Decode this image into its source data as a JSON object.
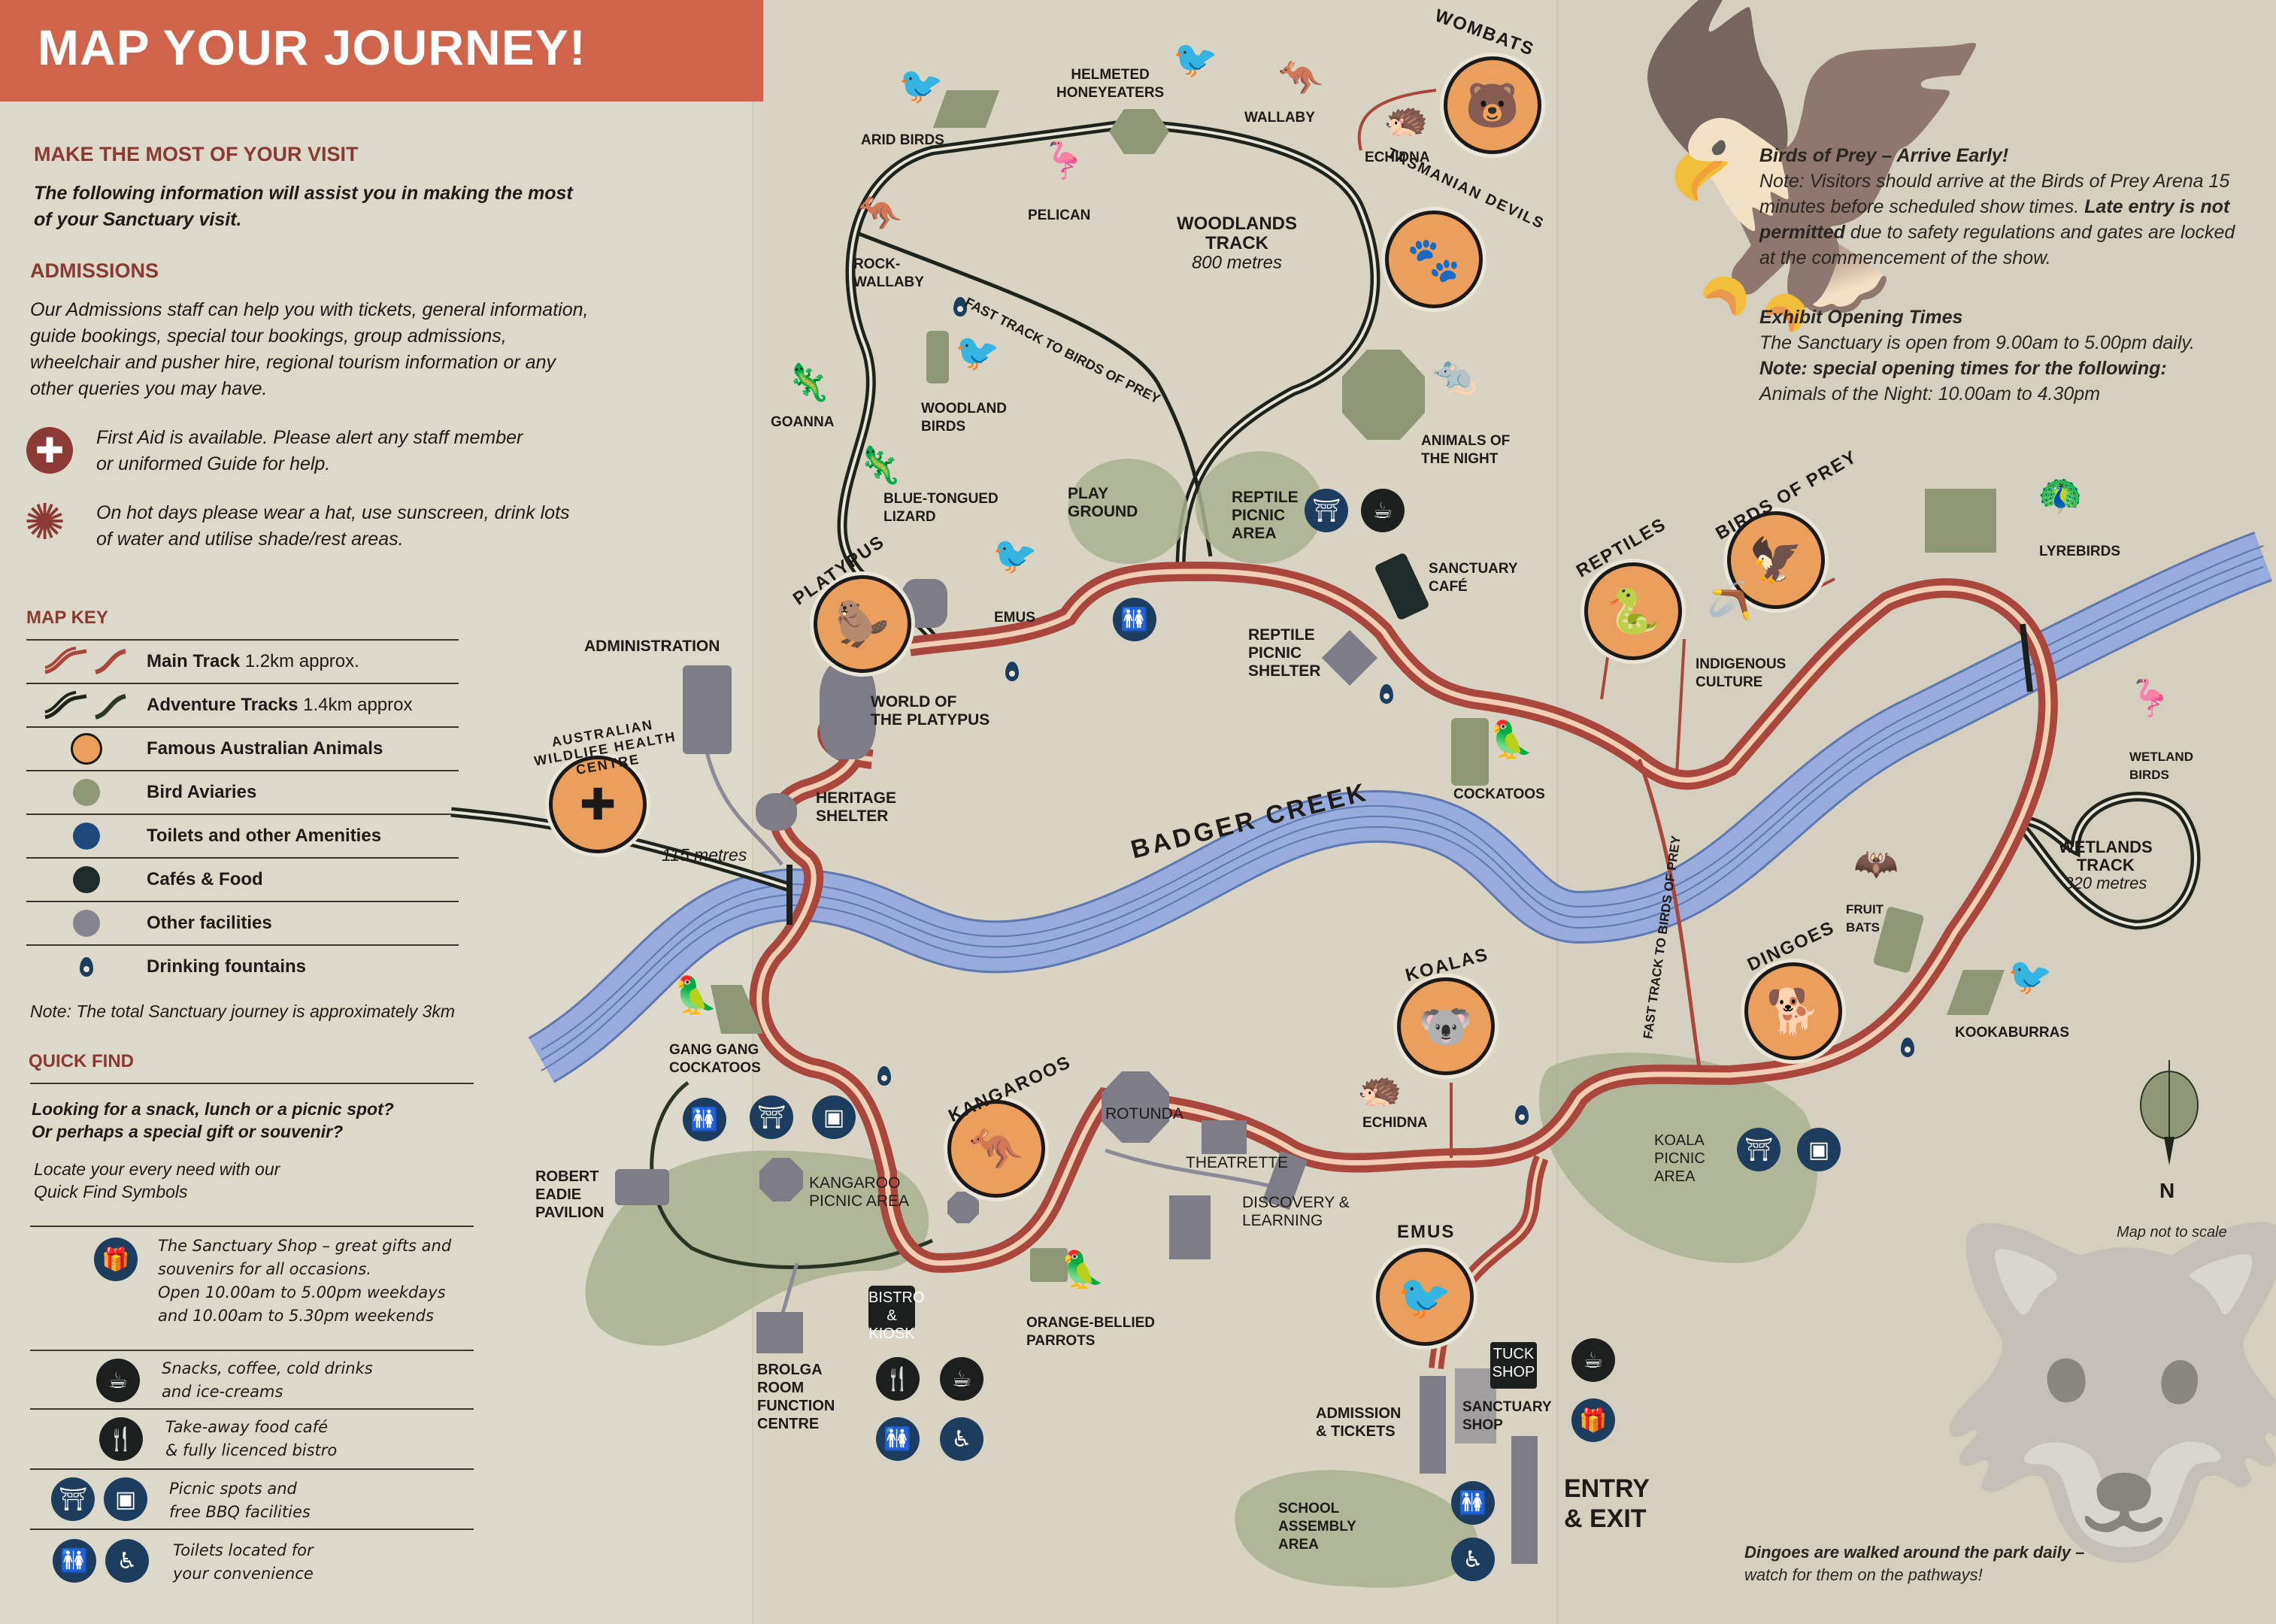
{
  "header": {
    "title": "MAP YOUR JOURNEY!"
  },
  "visit": {
    "title": "MAKE THE MOST OF YOUR VISIT",
    "intro_line1": "The following information will assist you in making the most",
    "intro_line2": "of your Sanctuary visit."
  },
  "admissions": {
    "title": "ADMISSIONS",
    "lines": [
      "Our Admissions staff can help you with tickets, general information,",
      "guide bookings, special tour bookings, group admissions,",
      "wheelchair and pusher hire, regional tourism information or any",
      "other queries you may have."
    ],
    "first_aid_line1": "First Aid is available. Please alert any staff member",
    "first_aid_line2": "or uniformed Guide for help.",
    "sun_line1": "On hot days please wear a hat, use sunscreen, drink lots",
    "sun_line2": "of water and utilise shade/rest areas."
  },
  "map_key": {
    "title": "MAP KEY",
    "rows": [
      {
        "label": "Main Track",
        "suffix": " 1.2km approx.",
        "symbol": "main-track",
        "color": "#a9473c"
      },
      {
        "label": "Adventure Tracks",
        "suffix": " 1.4km approx",
        "symbol": "adventure-track",
        "color": "#1e241c"
      },
      {
        "label": "Famous Australian Animals",
        "suffix": "",
        "symbol": "dot",
        "color": "#eb9f5c"
      },
      {
        "label": "Bird Aviaries",
        "suffix": "",
        "symbol": "dot",
        "color": "#8e9776"
      },
      {
        "label": "Toilets and other Amenities",
        "suffix": "",
        "symbol": "dot",
        "color": "#1d4a7a"
      },
      {
        "label": "Cafés & Food",
        "suffix": "",
        "symbol": "dot",
        "color": "#1f2b28"
      },
      {
        "label": "Other facilities",
        "suffix": "",
        "symbol": "dot",
        "color": "#85848f"
      },
      {
        "label": "Drinking fountains",
        "suffix": "",
        "symbol": "drop",
        "color": "#1d3d5e"
      }
    ],
    "note": "Note: The total Sanctuary journey is approximately 3km"
  },
  "quick_find": {
    "title": "QUICK FIND",
    "question_line1": "Looking for a snack, lunch or a picnic spot?",
    "question_line2": "Or perhaps a special gift or souvenir?",
    "locate_line1": "Locate your every need with our",
    "locate_line2": "Quick Find Symbols",
    "items": [
      {
        "icons": [
          "gift-icon"
        ],
        "lines": [
          "The Sanctuary Shop – great gifts and",
          "souvenirs for all occasions.",
          "Open 10.00am to 5.00pm weekdays",
          "and 10.00am to 5.30pm weekends"
        ]
      },
      {
        "icons": [
          "coffee-cup-icon"
        ],
        "lines": [
          "Snacks, coffee, cold drinks",
          "and ice-creams"
        ]
      },
      {
        "icons": [
          "knife-fork-icon"
        ],
        "lines": [
          "Take-away food café",
          "& fully licenced bistro"
        ]
      },
      {
        "icons": [
          "picnic-table-icon",
          "bbq-icon"
        ],
        "lines": [
          "Picnic spots and",
          "free BBQ facilities"
        ]
      },
      {
        "icons": [
          "toilets-icon",
          "wheelchair-icon"
        ],
        "lines": [
          "Toilets located for",
          "your convenience"
        ]
      }
    ]
  },
  "info": {
    "birds_title": "Birds of Prey – Arrive Early!",
    "birds_l1": "Note: Visitors should arrive at the Birds of Prey Arena 15",
    "birds_l2a": "minutes before scheduled show times. ",
    "birds_l2b": "Late entry is not",
    "birds_l3a": "permitted",
    "birds_l3b": " due to safety regulations and gates are locked",
    "birds_l4": "at the commencement of the show.",
    "times_title": "Exhibit Opening Times",
    "times_l1": "The Sanctuary is open from 9.00am to 5.00pm daily.",
    "times_l2": "Note: special opening times for the following:",
    "times_l3": "Animals of the Night: 10.00am to 4.30pm",
    "dingo_l1": "Dingoes are walked around the park daily –",
    "dingo_l2": "watch for them on the pathways!"
  },
  "map": {
    "river": "BADGER CREEK",
    "woodlands_track": {
      "name_l1": "WOODLANDS",
      "name_l2": "TRACK",
      "length": "800 metres"
    },
    "wetlands_track": {
      "name_l1": "WETLANDS",
      "name_l2": "TRACK",
      "length": "320 metres"
    },
    "health_centre_length": "115 metres",
    "fast_track_top": "FAST TRACK TO BIRDS OF PREY",
    "fast_track_side": "FAST TRACK TO BIRDS OF PREY",
    "famous_animals": [
      {
        "name": "WOMBATS",
        "glyph": "🐻"
      },
      {
        "name": "TASMANIAN DEVILS",
        "glyph": "🐾"
      },
      {
        "name": "PLATYPUS",
        "glyph": "🦫"
      },
      {
        "name": "AUSTRALIAN WILDLIFE HEALTH CENTRE",
        "glyph": "✚"
      },
      {
        "name": "REPTILES",
        "glyph": "🐍"
      },
      {
        "name": "BIRDS OF PREY",
        "glyph": "🦅"
      },
      {
        "name": "KANGAROOS",
        "glyph": "🦘"
      },
      {
        "name": "KOALAS",
        "glyph": "🐨"
      },
      {
        "name": "DINGOES",
        "glyph": "🐕"
      },
      {
        "name": "EMUS",
        "glyph": "🐦"
      }
    ],
    "labels": {
      "arid_birds": "ARID BIRDS",
      "helmeted_l1": "HELMETED",
      "helmeted_l2": "HONEYEATERS",
      "wallaby": "WALLABY",
      "echidna_top": "ECHIDNA",
      "pelican": "PELICAN",
      "rock_l1": "ROCK-",
      "rock_l2": "WALLABY",
      "goanna": "GOANNA",
      "woodland_l1": "WOODLAND",
      "woodland_l2": "BIRDS",
      "blue_l1": "BLUE-TONGUED",
      "blue_l2": "LIZARD",
      "play_l1": "PLAY",
      "play_l2": "GROUND",
      "rpa_l1": "REPTILE",
      "rpa_l2": "PICNIC",
      "rpa_l3": "AREA",
      "night_l1": "ANIMALS OF",
      "night_l2": "THE NIGHT",
      "emus_top": "EMUS",
      "cafe_l1": "SANCTUARY",
      "cafe_l2": "CAFÉ",
      "administration": "ADMINISTRATION",
      "wop_l1": "WORLD OF",
      "wop_l2": "THE PLATYPUS",
      "rps_l1": "REPTILE",
      "rps_l2": "PICNIC",
      "rps_l3": "SHELTER",
      "heritage_l1": "HERITAGE",
      "heritage_l2": "SHELTER",
      "cockatoos": "COCKATOOS",
      "indigenous_l1": "INDIGENOUS",
      "indigenous_l2": "CULTURE",
      "lyrebirds": "LYREBIRDS",
      "wetland_l1": "WETLAND",
      "wetland_l2": "BIRDS",
      "gang_l1": "GANG GANG",
      "gang_l2": "COCKATOOS",
      "robert_l1": "ROBERT",
      "robert_l2": "EADIE",
      "robert_l3": "PAVILION",
      "kpa_l1": "KANGAROO",
      "kpa_l2": "PICNIC AREA",
      "rotunda": "ROTUNDA",
      "theatrette": "THEATRETTE",
      "disc_l1": "DISCOVERY &",
      "disc_l2": "LEARNING",
      "echidna_mid": "ECHIDNA",
      "fruit_l1": "FRUIT",
      "fruit_l2": "BATS",
      "kookaburras": "KOOKABURRAS",
      "koala_l1": "KOALA",
      "koala_l2": "PICNIC",
      "koala_l3": "AREA",
      "bistro_l1": "BISTRO",
      "bistro_l2": "& KIOSK",
      "parrots_l1": "ORANGE-BELLIED",
      "parrots_l2": "PARROTS",
      "brolga_l1": "BROLGA",
      "brolga_l2": "ROOM",
      "brolga_l3": "FUNCTION",
      "brolga_l4": "CENTRE",
      "admission_l1": "ADMISSION",
      "admission_l2": "& TICKETS",
      "tuck_l1": "TUCK",
      "tuck_l2": "SHOP",
      "sshop_l1": "SANCTUARY",
      "sshop_l2": "SHOP",
      "school_l1": "SCHOOL",
      "school_l2": "ASSEMBLY",
      "school_l3": "AREA",
      "entry_l1": "ENTRY",
      "entry_l2": "& EXIT"
    },
    "compass": {
      "letter": "N",
      "note": "Map not to scale"
    }
  },
  "colors": {
    "header": "#d0644b",
    "main_track": "#a9473c",
    "adventure_track": "#1e241c",
    "river": "#93a9d9",
    "famous_animal": "#eb9f5c",
    "aviary": "#8e9776",
    "amenity": "#1d3d5e",
    "cafe": "#1b1f1e",
    "facility": "#7d7c87"
  }
}
